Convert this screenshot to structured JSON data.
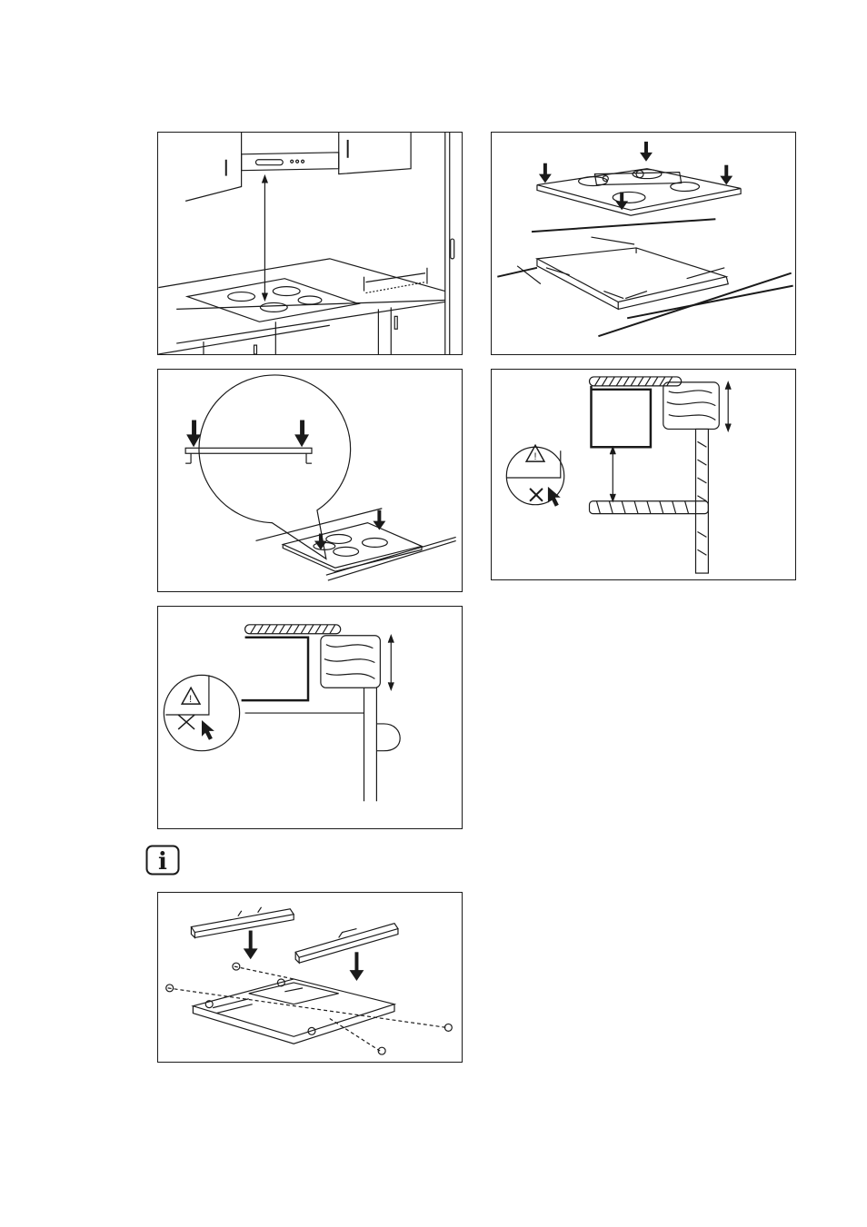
{
  "figures": [
    {
      "id": "fig1",
      "icon": "hob-under-hood-icon"
    },
    {
      "id": "fig2",
      "icon": "hob-sealing-frame-icon"
    },
    {
      "id": "fig3",
      "icon": "hob-press-detail-icon"
    },
    {
      "id": "fig4",
      "icon": "worktop-section-warning-icon"
    },
    {
      "id": "fig5",
      "icon": "drawer-clearance-warning-icon"
    },
    {
      "id": "fig6",
      "icon": "brackets-assembly-icon"
    }
  ],
  "info": {
    "icon": "info-icon",
    "glyph": "i"
  },
  "colors": {
    "line": "#1a1a1a",
    "grey": "#888888",
    "background": "#ffffff"
  }
}
